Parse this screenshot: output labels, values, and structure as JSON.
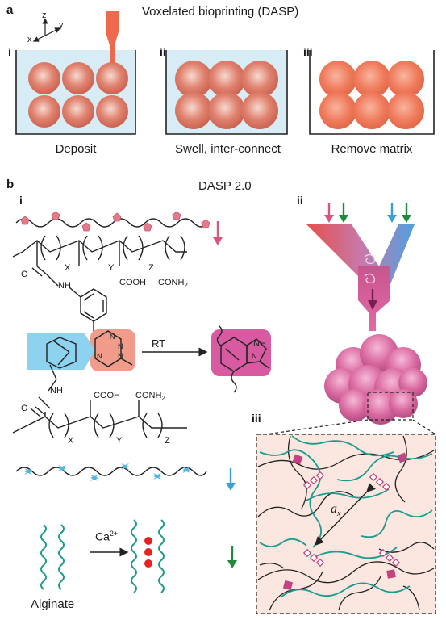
{
  "panel_a": {
    "letter": "a",
    "title": "Voxelated bioprinting (DASP)",
    "axes": {
      "z": "z",
      "y": "y",
      "x": "x"
    },
    "steps": [
      {
        "numeral": "i",
        "caption": "Deposit"
      },
      {
        "numeral": "ii",
        "caption": "Swell, inter-connect"
      },
      {
        "numeral": "iii",
        "caption": "Remove matrix"
      }
    ]
  },
  "panel_b": {
    "letter": "b",
    "title": "DASP 2.0",
    "sub_i": "i",
    "sub_ii": "ii",
    "sub_iii": "iii",
    "chem": {
      "x1": "X",
      "y1": "Y",
      "z1": "Z",
      "cooh1": "COOH",
      "conh2_1": "CONH",
      "conh2_1_sub": "2",
      "o1": "O",
      "nh1": "NH",
      "rt": "RT",
      "n_labels": [
        "N",
        "N",
        "N",
        "N"
      ],
      "nh_product": "NH",
      "n_product": "N",
      "nh2": "NH",
      "o2": "O",
      "cooh2": "COOH",
      "conh2_2": "CONH",
      "conh2_2_sub": "2",
      "x2": "X",
      "y2": "Y",
      "z2": "Z",
      "ca": "Ca",
      "ca_sup": "2+",
      "alginate": "Alginate"
    },
    "network_label": "a",
    "network_label_sub": "x"
  },
  "colors": {
    "sphere": "#e8826f",
    "bath": "#d6ecf5",
    "pink_arrow": "#d6577d",
    "green_arrow": "#1f8a3a",
    "blue_arrow": "#3aa0d6",
    "magenta": "#c2437f",
    "teal": "#1c9a8c"
  }
}
